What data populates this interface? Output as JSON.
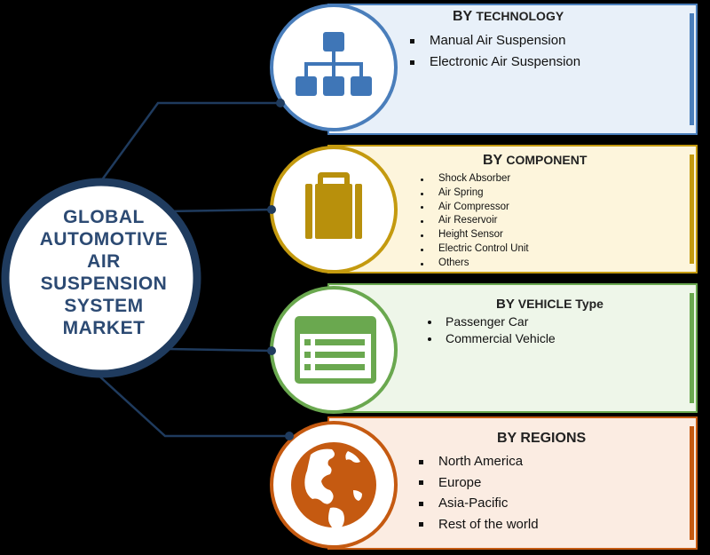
{
  "center": {
    "lines": [
      "GLOBAL",
      "AUTOMOTIVE",
      "AIR",
      "SUSPENSION",
      "SYSTEM",
      "MARKET"
    ]
  },
  "colors": {
    "navy": "#1f3b5e",
    "technology": "#4a7ebb",
    "component": "#c49a0f",
    "vehicle": "#6aa84f",
    "regions": "#c55a11"
  },
  "panels": [
    {
      "title_part1": "BY ",
      "title_part2": "TECHNOLOGY",
      "icon": "hierarchy-icon",
      "items": [
        "Manual Air Suspension",
        "Electronic Air Suspension"
      ]
    },
    {
      "title_part1": "BY ",
      "title_part2": "COMPONENT",
      "icon": "briefcase-icon",
      "items": [
        "Shock Absorber",
        "Air Spring",
        "Air Compressor",
        "Air Reservoir",
        "Height Sensor",
        "Electric Control Unit",
        "Others"
      ]
    },
    {
      "title_part1": "BY ",
      "title_part2": "VEHICLE Type",
      "icon": "list-window-icon",
      "items": [
        "Passenger Car",
        "Commercial Vehicle"
      ]
    },
    {
      "title_part1": "BY REGIONS",
      "title_part2": "",
      "icon": "globe-icon",
      "items": [
        "North America",
        "Europe",
        "Asia-Pacific",
        "Rest of the world"
      ]
    }
  ]
}
